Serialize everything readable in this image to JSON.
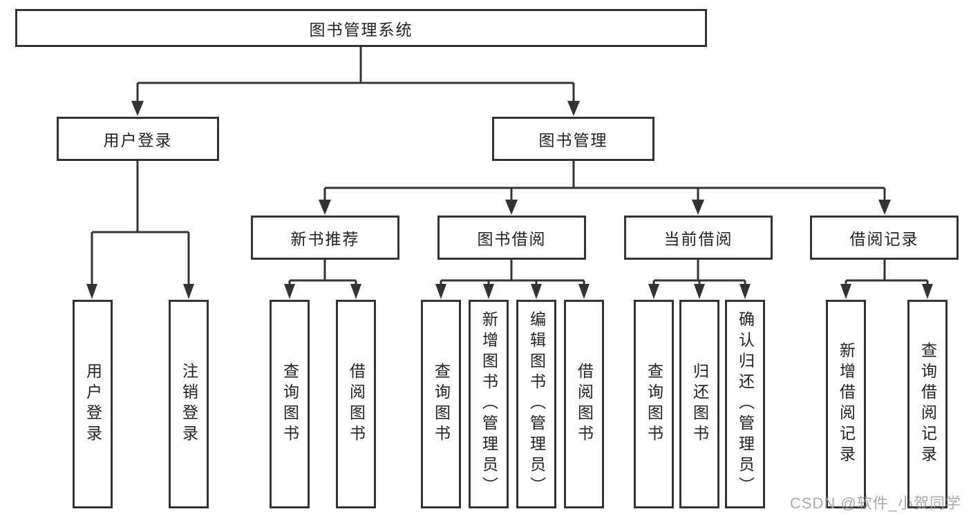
{
  "tree": {
    "label": "图书管理系统",
    "children": [
      {
        "label": "用户登录",
        "children": [
          {
            "label": "用户登录"
          },
          {
            "label": "注销登录"
          }
        ]
      },
      {
        "label": "图书管理",
        "children": [
          {
            "label": "新书推荐",
            "children": [
              {
                "label": "查询图书"
              },
              {
                "label": "借阅图书"
              }
            ]
          },
          {
            "label": "图书借阅",
            "children": [
              {
                "label": "查询图书"
              },
              {
                "label": "新增图书（管理员）"
              },
              {
                "label": "编辑图书（管理员）"
              },
              {
                "label": "借阅图书"
              }
            ]
          },
          {
            "label": "当前借阅",
            "children": [
              {
                "label": "查询图书"
              },
              {
                "label": "归还图书"
              },
              {
                "label": "确认归还（管理员）"
              }
            ]
          },
          {
            "label": "借阅记录",
            "children": [
              {
                "label": "新增借阅记录"
              },
              {
                "label": "查询借阅记录"
              }
            ]
          }
        ]
      }
    ]
  },
  "watermark": {
    "text": "CSDN @软件_小贺同学"
  },
  "colors": {
    "line": "#333333",
    "text": "#222222",
    "background": "#ffffff",
    "watermark": "#9e9e9e"
  }
}
